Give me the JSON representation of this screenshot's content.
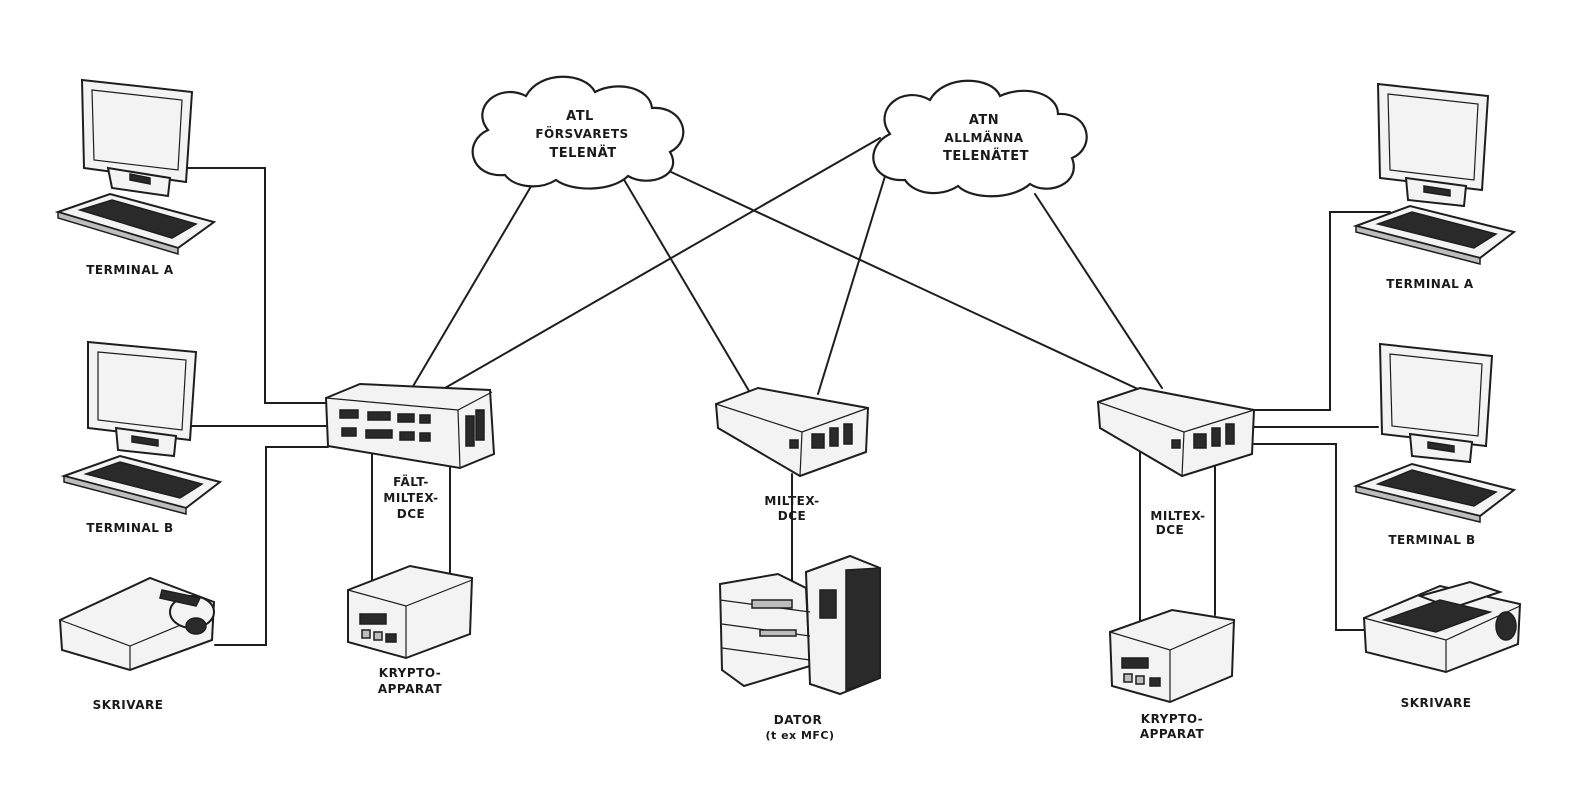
{
  "clouds": {
    "atl": {
      "lines": [
        "ATL",
        "FÖRSVARETS",
        "TELENÄT"
      ]
    },
    "atn": {
      "lines": [
        "ATN",
        "ALLMÄNNA",
        "TELENÄTET"
      ]
    }
  },
  "left": {
    "terminal_a": "TERMINAL A",
    "terminal_b": "TERMINAL B",
    "printer": "SKRIVARE",
    "dce": [
      "FÄLT-",
      "MILTEX-",
      "DCE"
    ],
    "crypto": [
      "KRYPTO-",
      "APPARAT"
    ]
  },
  "center": {
    "dce": [
      "MILTEX-",
      "DCE"
    ],
    "computer": [
      "DATOR",
      "(t ex MFC)"
    ]
  },
  "right": {
    "terminal_a": "TERMINAL A",
    "terminal_b": "TERMINAL B",
    "printer": "SKRIVARE",
    "dce": [
      "MILTEX-",
      "DCE"
    ],
    "crypto": [
      "KRYPTO-",
      "APPARAT"
    ]
  },
  "colors": {
    "ink": "#1e1e1e",
    "paper": "#ffffff"
  }
}
